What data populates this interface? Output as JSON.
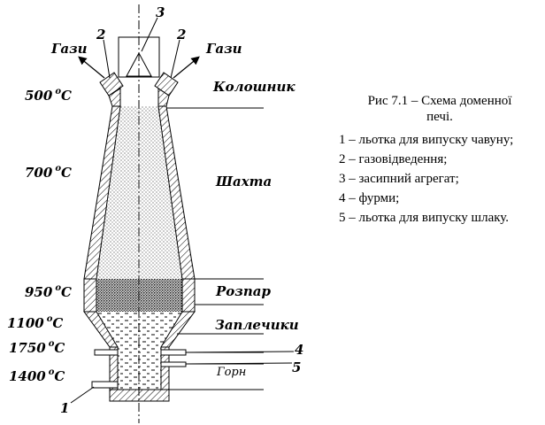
{
  "zones": {
    "koloshnyk": "Колошник",
    "shakhta": "Шахта",
    "rozpar": "Розпар",
    "zaplechyky": "Заплечики",
    "horn": "Горн"
  },
  "temperatures": {
    "t500": "500",
    "t700": "700",
    "t950": "950",
    "t1100": "1100",
    "t1750": "1750",
    "t1400": "1400",
    "unit": "C",
    "degree": "o"
  },
  "gases": {
    "left": "Гази",
    "right": "Гази"
  },
  "numbers": {
    "n1": "1",
    "n2_left": "2",
    "n2_right": "2",
    "n3": "3",
    "n4": "4",
    "n5": "5"
  },
  "legend": {
    "caption_line1": "Рис 7.1 – Схема доменної",
    "caption_line2": "печі.",
    "items": [
      "1 – льотка для випуску чавуну;",
      "2 – газовідведення;",
      "3 – засипний агрегат;",
      "4 – фурми;",
      "5 – льотка для випуску шлаку."
    ]
  }
}
